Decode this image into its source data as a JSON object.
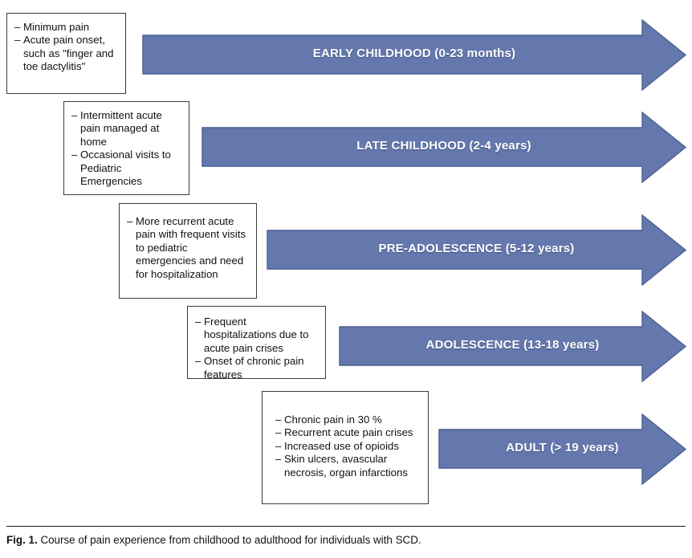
{
  "figure": {
    "caption_label": "Fig. 1.",
    "caption_text": "Course of pain experience from childhood to adulthood for individuals with SCD.",
    "colors": {
      "arrow_fill": "#6478ad",
      "arrow_stroke": "#4c5f93",
      "arrow_text": "#ffffff",
      "box_border": "#3b3b3b",
      "box_text": "#111111",
      "background": "#ffffff"
    }
  },
  "stages": [
    {
      "id": "early-childhood",
      "arrow_label": "EARLY CHILDHOOD (0-23 months)",
      "bullets": [
        "Minimum pain",
        "Acute pain onset, such as \"finger and toe dactylitis\""
      ]
    },
    {
      "id": "late-childhood",
      "arrow_label": "LATE CHILDHOOD (2-4 years)",
      "bullets": [
        "Intermittent acute pain managed at home",
        "Occasional visits to Pediatric Emergencies"
      ]
    },
    {
      "id": "pre-adolescence",
      "arrow_label": "PRE-ADOLESCENCE (5-12 years)",
      "bullets": [
        "More recurrent acute pain with frequent visits to pediatric emergencies and need for hospitalization"
      ]
    },
    {
      "id": "adolescence",
      "arrow_label": "ADOLESCENCE (13-18 years)",
      "bullets": [
        "Frequent hospitalizations due to acute pain crises",
        "Onset of chronic pain features"
      ]
    },
    {
      "id": "adult",
      "arrow_label": "ADULT (> 19 years)",
      "bullets": [
        "Chronic pain in 30 %",
        "Recurrent acute pain crises",
        "Increased use of opioids",
        "Skin ulcers, avascular necrosis, organ infarctions"
      ]
    }
  ]
}
